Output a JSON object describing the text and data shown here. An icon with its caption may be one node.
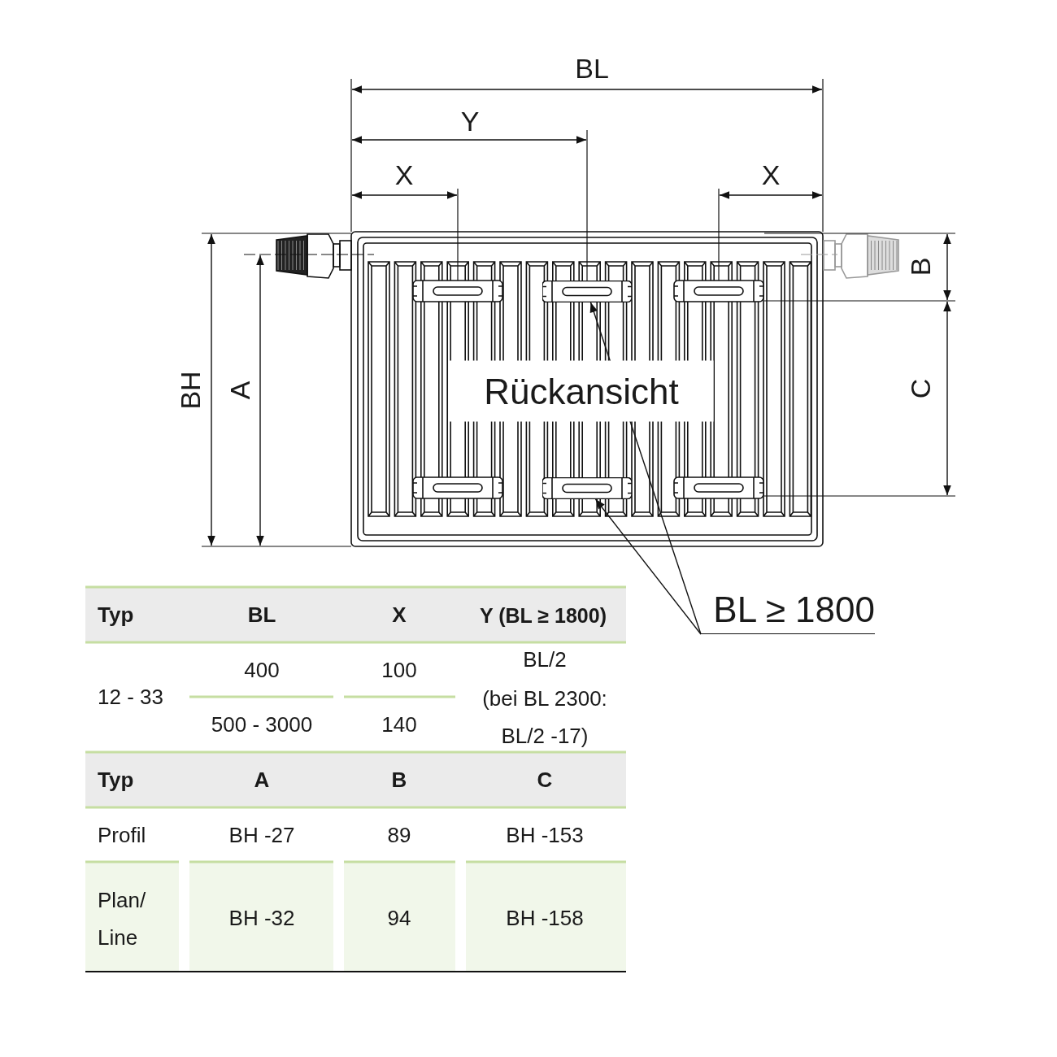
{
  "diagram": {
    "nodes": [
      {
        "text": [
          "BL ≥ 1800"
        ]
      },
      {
        "text": [],
        "shape": "picture"
      },
      {
        "text": [],
        "shape": "picture"
      }
    ],
    "edges": [
      {
        "from": 0,
        "to": 1,
        "arrow": "to"
      },
      {
        "from": 0,
        "to": 2,
        "arrow": "to"
      }
    ],
    "labels": [
      "BL",
      "Y",
      "X",
      "X",
      "BH",
      "A",
      "B",
      "C",
      "Rückansicht",
      "Typ",
      "BL",
      "X",
      "Y (BL ≥ 1800)",
      "12 - 33",
      "400",
      "100",
      "BL/2",
      "(bei BL 2300: BL/2 -17)",
      "500 - 3000",
      "140",
      "Typ",
      "A",
      "B",
      "C",
      "Profil",
      "BH -27",
      "89",
      "BH -153",
      "Plan/ Line",
      "BH -32",
      "94",
      "BH -158"
    ]
  }
}
